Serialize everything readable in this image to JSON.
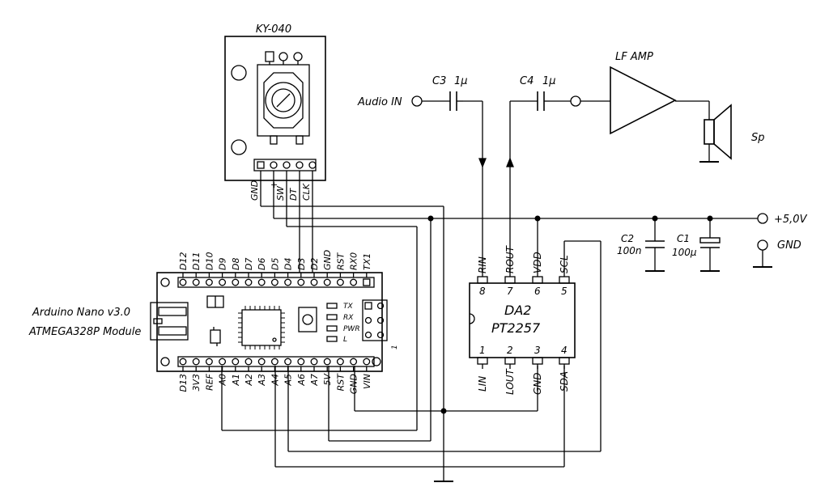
{
  "encoder": {
    "title": "KY-040",
    "pins": [
      "GND",
      "+",
      "SW",
      "DT",
      "CLK"
    ]
  },
  "audio_in": "Audio IN",
  "c3": {
    "ref": "C3",
    "value": "1μ"
  },
  "c4": {
    "ref": "C4",
    "value": "1μ"
  },
  "amp": {
    "title": "LF AMP"
  },
  "speaker": "Sp",
  "power": {
    "vcc": "+5,0V",
    "gnd": "GND"
  },
  "c2": {
    "ref": "C2",
    "value": "100n"
  },
  "c1": {
    "ref": "C1",
    "value": "100μ"
  },
  "ic": {
    "ref": "DA2",
    "part": "PT2257",
    "top_pins": [
      {
        "num": "8",
        "name": "RIN"
      },
      {
        "num": "7",
        "name": "ROUT"
      },
      {
        "num": "6",
        "name": "VDD"
      },
      {
        "num": "5",
        "name": "SCL"
      }
    ],
    "bottom_pins": [
      {
        "num": "1",
        "name": "LIN"
      },
      {
        "num": "2",
        "name": "LOUT"
      },
      {
        "num": "3",
        "name": "GND"
      },
      {
        "num": "4",
        "name": "SDA"
      }
    ]
  },
  "nano": {
    "label1": "Arduino Nano v3.0",
    "label2": "ATMEGA328P Module",
    "top_pins": [
      "D12",
      "D11",
      "D10",
      "D9",
      "D8",
      "D7",
      "D6",
      "D5",
      "D4",
      "D3",
      "D2",
      "GND",
      "RST",
      "RX0",
      "TX1"
    ],
    "bottom_pins": [
      "D13",
      "3V3",
      "REF",
      "A0",
      "A1",
      "A2",
      "A3",
      "A4",
      "A5",
      "A6",
      "A7",
      "5V",
      "RST",
      "GND",
      "VIN"
    ],
    "leds": [
      "TX",
      "RX",
      "PWR",
      "L"
    ],
    "icsp_pin": "1"
  }
}
